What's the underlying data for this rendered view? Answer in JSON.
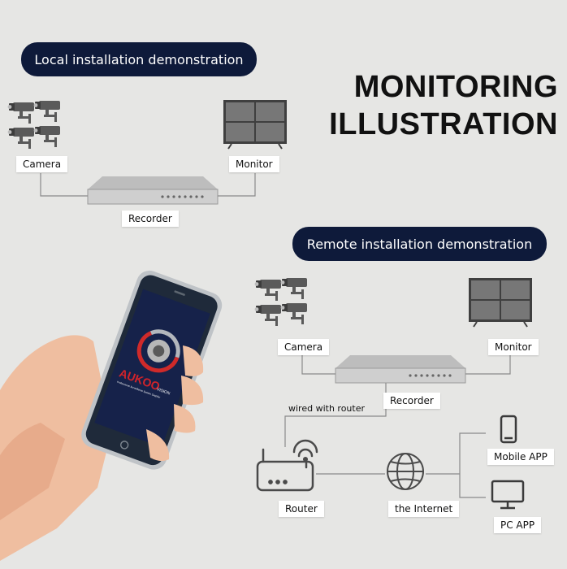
{
  "heading": {
    "line1": "MONITORING",
    "line2": "ILLUSTRATION"
  },
  "local": {
    "title": "Local installation demonstration",
    "camera": "Camera",
    "monitor": "Monitor",
    "recorder": "Recorder"
  },
  "remote": {
    "title": "Remote installation demonstration",
    "camera": "Camera",
    "monitor": "Monitor",
    "recorder": "Recorder",
    "wired": "wired with router",
    "router": "Router",
    "internet": "the Internet",
    "mobile": "Mobile APP",
    "pc": "PC APP"
  },
  "phone_screen": {
    "brand": "AUKOO",
    "brand_suffix": "VISION",
    "tagline": "Professional Surveillance System Supplier"
  },
  "colors": {
    "pill": "#0e1a3a",
    "line": "#8a8a8a",
    "device": "#5c5c5c",
    "brand_red": "#d3232a"
  }
}
